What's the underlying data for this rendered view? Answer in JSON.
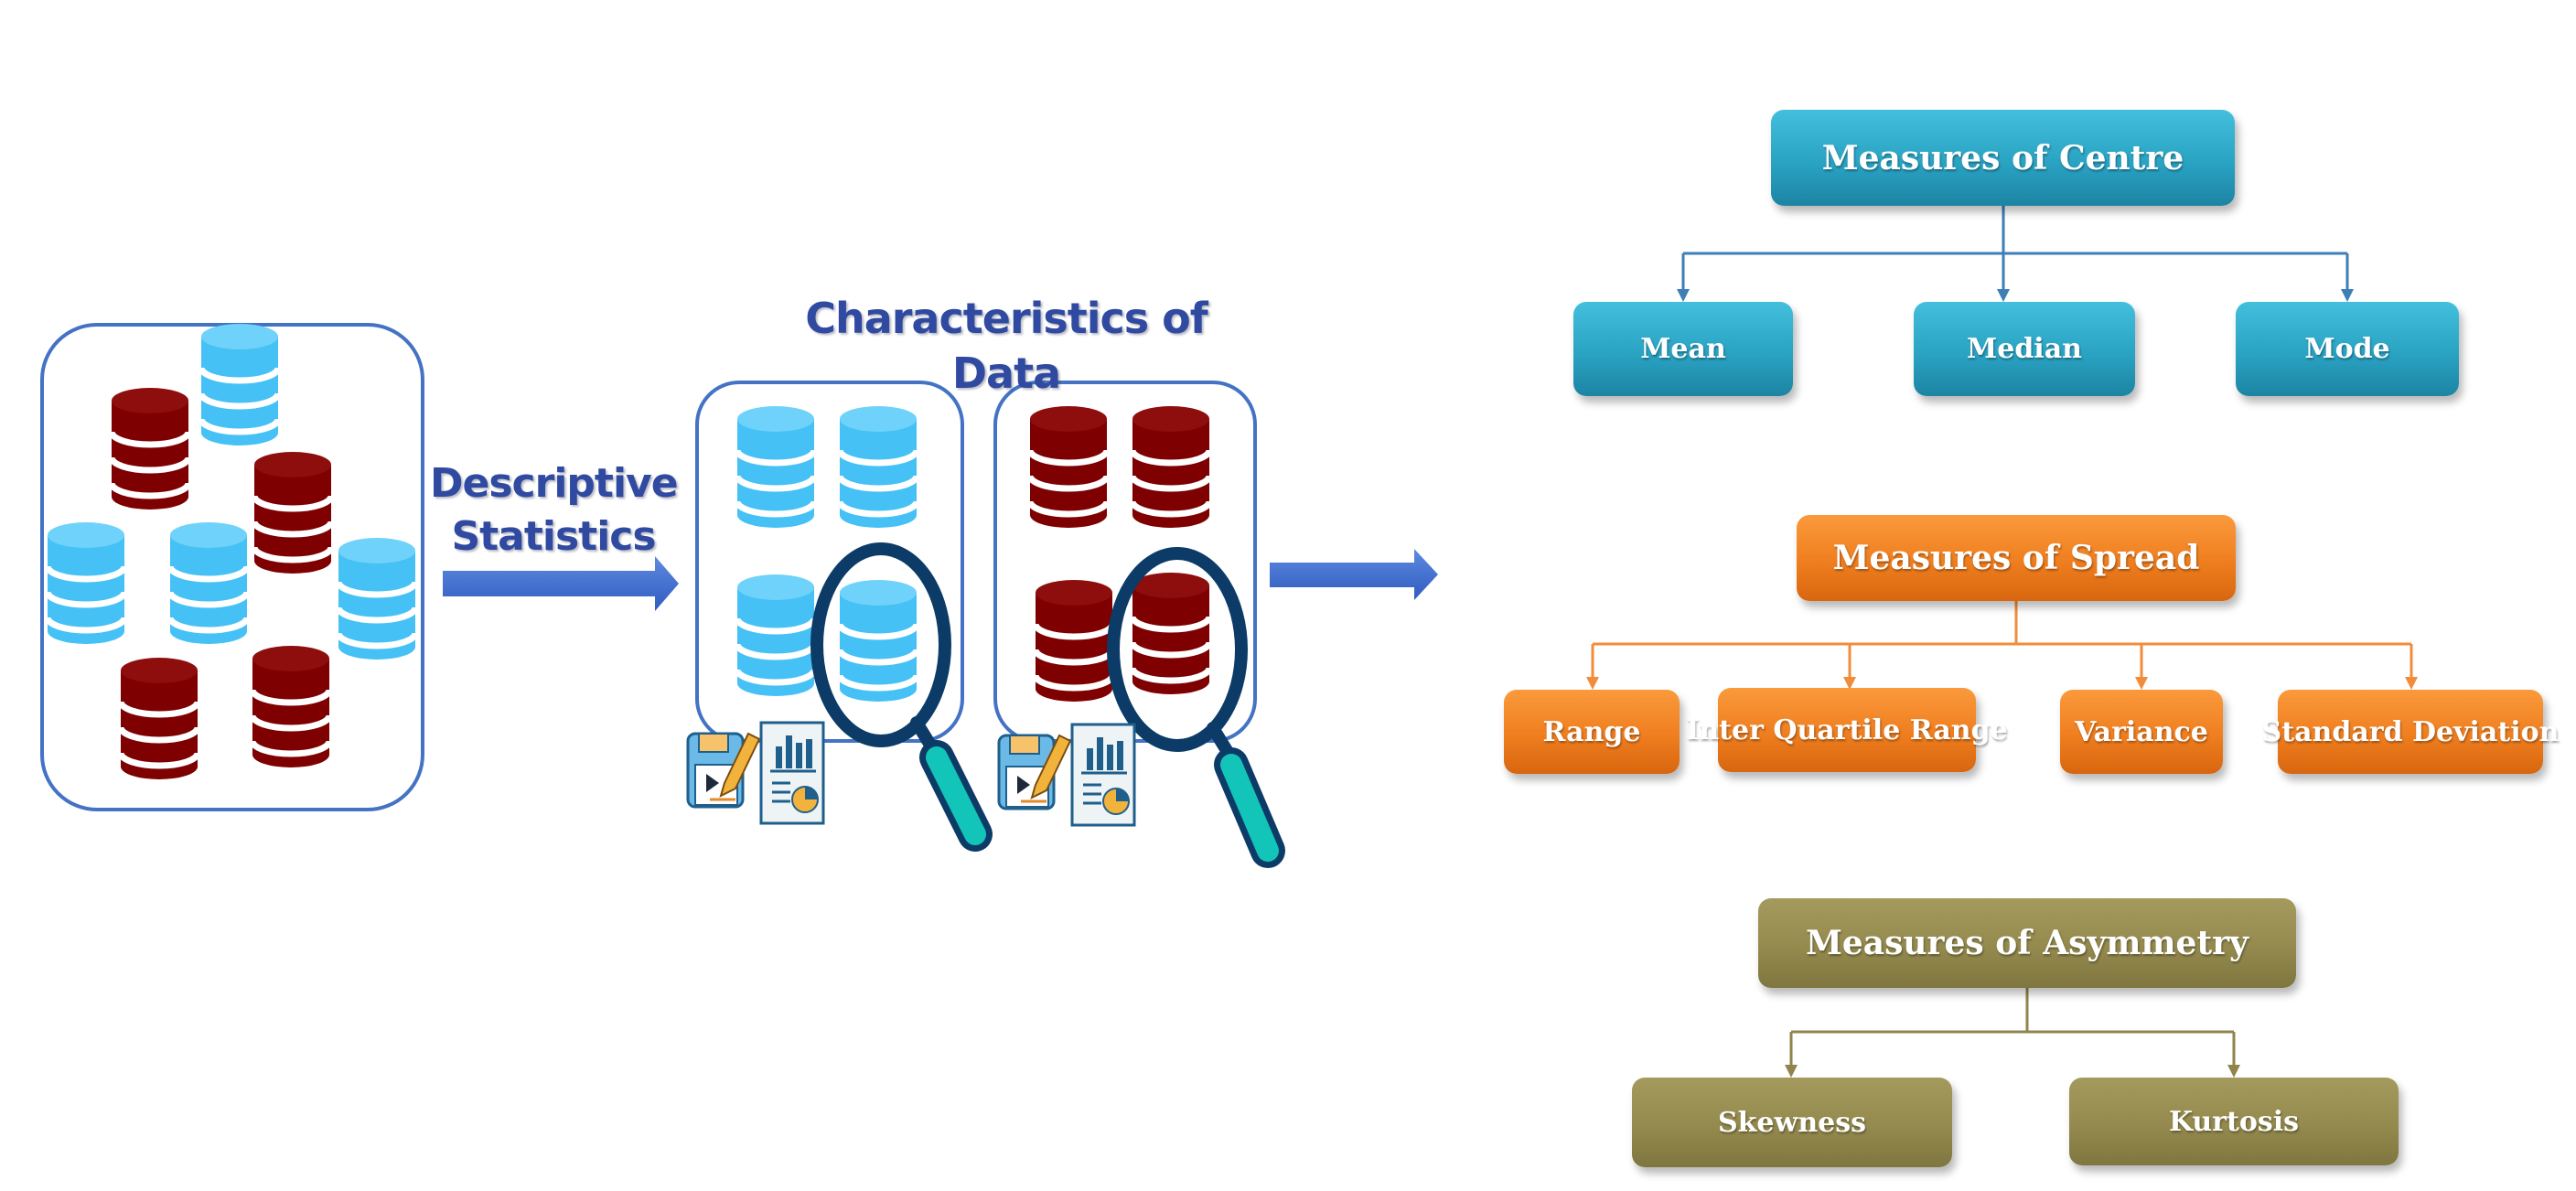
{
  "labels": {
    "descriptive_line1": "Descriptive",
    "descriptive_line2": "Statistics",
    "characteristics": "Characteristics of Data"
  },
  "centre": {
    "title": "Measures of Centre",
    "items": [
      "Mean",
      "Median",
      "Mode"
    ]
  },
  "spread": {
    "title": "Measures of Spread",
    "items": [
      "Range",
      "Inter Quartile Range",
      "Variance",
      "Standard Deviation"
    ]
  },
  "asymmetry": {
    "title": "Measures of Asymmetry",
    "items": [
      "Skewness",
      "Kurtosis"
    ]
  },
  "colors": {
    "cylinder_blue": "#45c1f5",
    "cylinder_red": "#7e0000",
    "frame_stroke": "#4472c4",
    "arrow": "#3f6fd1",
    "centre": "#2aa3c3",
    "spread": "#ef7e1f",
    "asymmetry": "#948a4e",
    "magnifier_ring": "#0b3b66",
    "magnifier_handle": "#13c4b8"
  }
}
